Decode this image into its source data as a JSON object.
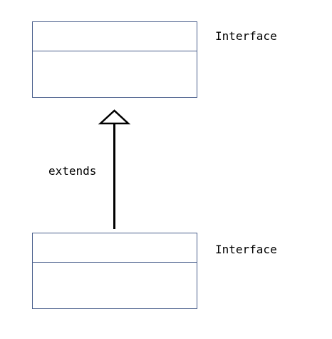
{
  "diagram": {
    "top_class": {
      "stereotype_label": "Interface"
    },
    "bottom_class": {
      "stereotype_label": "Interface"
    },
    "relationship": {
      "label": "extends",
      "type": "generalization"
    },
    "colors": {
      "box_stroke": "#4a5f8c",
      "arrow": "#000000",
      "text": "#000000"
    }
  }
}
